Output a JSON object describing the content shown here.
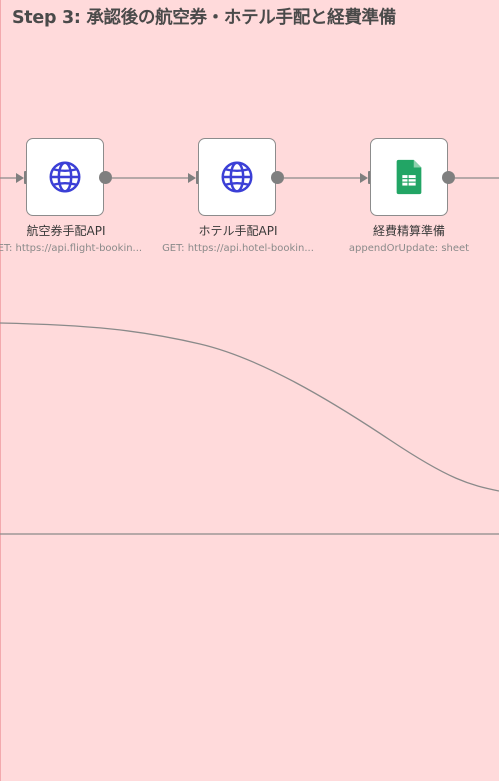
{
  "sticky": {
    "title": "Step 3: 承認後の航空券・ホテル手配と経費準備",
    "background": "#ffdadb"
  },
  "nodes": [
    {
      "label": "航空券手配API",
      "subtitle": "GET: https://api.flight-bookin...",
      "icon": "globe-icon"
    },
    {
      "label": "ホテル手配API",
      "subtitle": "GET: https://api.hotel-bookin...",
      "icon": "globe-icon"
    },
    {
      "label": "経費精算準備",
      "subtitle": "appendOrUpdate: sheet",
      "icon": "google-sheets-icon"
    }
  ],
  "colors": {
    "connection": "#8a8a8a",
    "globe_icon": "#3b3fd6",
    "sheets_icon": "#22a565"
  }
}
